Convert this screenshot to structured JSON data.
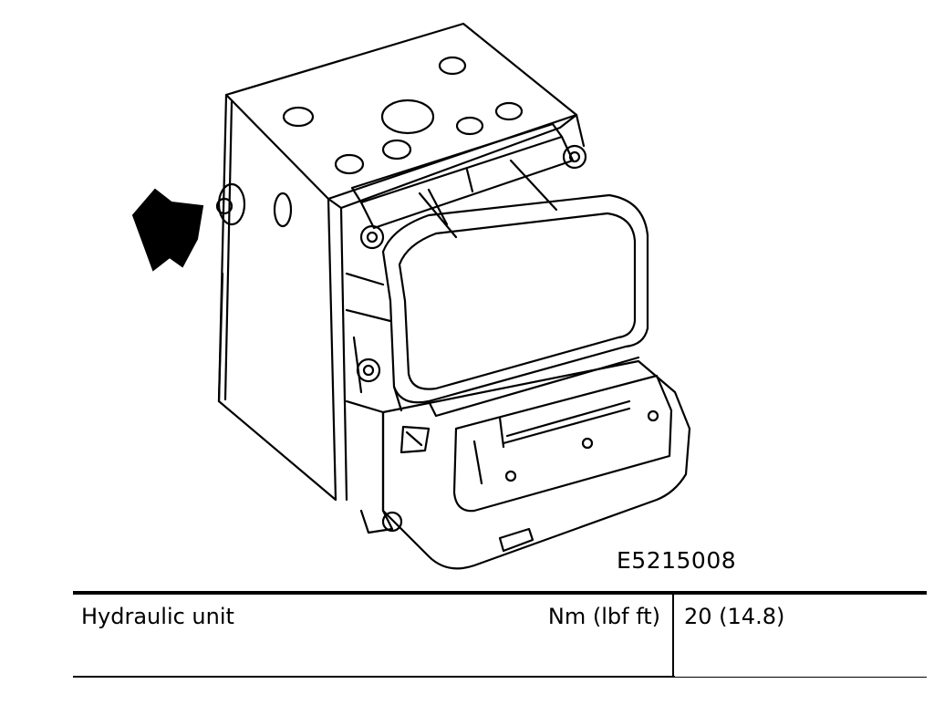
{
  "figure": {
    "code": "E5215008"
  },
  "spec": {
    "component": "Hydraulic unit",
    "unit": "Nm (lbf ft)",
    "value": "20 (14.8)"
  }
}
